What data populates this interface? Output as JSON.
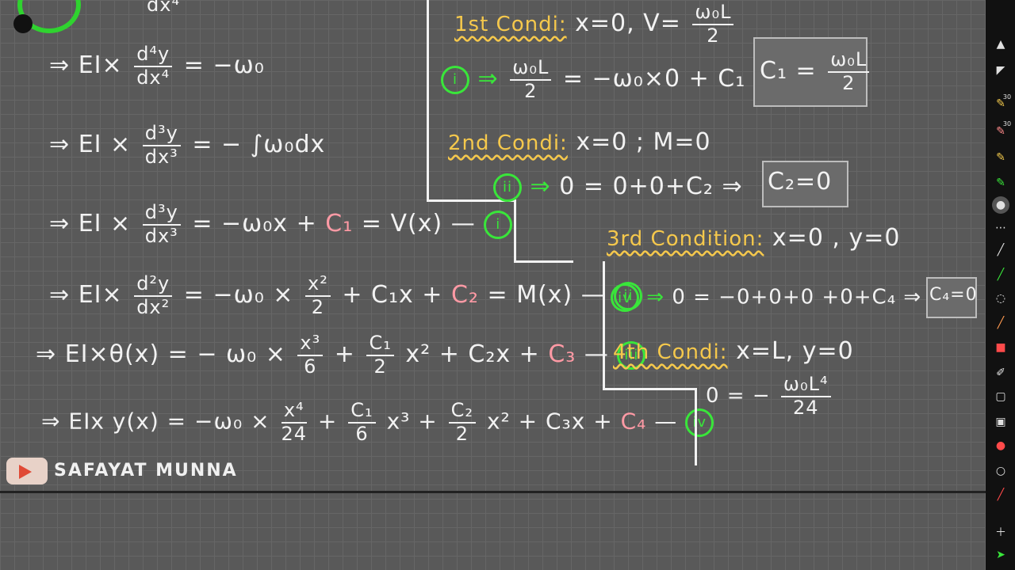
{
  "left_equations": [
    {
      "prefix": "⇒",
      "lhs": "EI×",
      "num": "d⁴y",
      "den": "dx⁴",
      "rhs": "= −ω₀"
    },
    {
      "prefix": "⇒",
      "lhs": "EI ×",
      "num": "d³y",
      "den": "dx³",
      "rhs": "= − ∫ω₀dx"
    },
    {
      "prefix": "⇒",
      "lhs": "EI ×",
      "num": "d³y",
      "den": "dx³",
      "rhs_a": "= −ω₀x +",
      "c": "C₁",
      "rhs_b": "= V(x) —",
      "tag": "i"
    },
    {
      "prefix": "⇒",
      "lhs": "EI×",
      "num": "d²y",
      "den": "dx²",
      "rhs_a": "= −ω₀ ×",
      "f_num": "x²",
      "f_den": "2",
      "rhs_b": "+ C₁x +",
      "c": "C₂",
      "rhs_c": "= M(x) —",
      "tag": "ii"
    },
    {
      "prefix": "⇒",
      "lhs": "EI×θ(x) = − ω₀ ×",
      "f_num": "x³",
      "f_den": "6",
      "rhs_a": "+",
      "f2_num": "C₁",
      "f2_den": "2",
      "rhs_b": "x² + C₂x +",
      "c": "C₃",
      "rhs_c": "—",
      "tag": "iii"
    },
    {
      "prefix": "⇒",
      "lhs": "EIx y(x) = −ω₀ ×",
      "f_num": "x⁴",
      "f_den": "24",
      "rhs_a": "+",
      "f2_num": "C₁",
      "f2_den": "6",
      "rhs_b": "x³ +",
      "f3_num": "C₂",
      "f3_den": "2",
      "rhs_c": "x² + C₃x +",
      "c": "C₄",
      "rhs_d": "—",
      "tag": "iv"
    }
  ],
  "top_fraction_den": "dx⁴",
  "conditions": {
    "c1": {
      "label": "1st Condi:",
      "text": "x=0, V=",
      "frac_num": "ω₀L",
      "frac_den": "2",
      "tag": "i",
      "arrow": "⇒",
      "eq_num": "ω₀L",
      "eq_den": "2",
      "eq": "= −ω₀×0 + C₁ ⇒",
      "box_lhs": "C₁ =",
      "box_num": "ω₀L",
      "box_den": "2"
    },
    "c2": {
      "label": "2nd Condi:",
      "text": "x=0 ; M=0",
      "tag": "ii",
      "arrow": "⇒",
      "eq": "0 = 0+0+C₂ ⇒",
      "box": "C₂=0"
    },
    "c3": {
      "label": "3rd Condition:",
      "text": "x=0 , y=0",
      "tag": "iv",
      "arrow": "⇒",
      "eq": "0 = −0+0+0 +0+C₄ ⇒",
      "box": "C₄=0"
    },
    "c4": {
      "label": "4th Condi:",
      "text": "x=L, y=0",
      "eq_a": "0 = −",
      "eq_num": "ω₀L⁴",
      "eq_den": "24"
    }
  },
  "branding": {
    "channel": "SAFAYAT MUNNA"
  },
  "toolbar": {
    "badge_a": "30",
    "badge_b": "30"
  },
  "colors": {
    "board": "#595959",
    "grid": "#666666",
    "ink": "#f2f2f2",
    "highlight": "#f5c84c",
    "tag": "#39e63a",
    "constant": "#ff9aa5",
    "toolbar": "#111111"
  }
}
